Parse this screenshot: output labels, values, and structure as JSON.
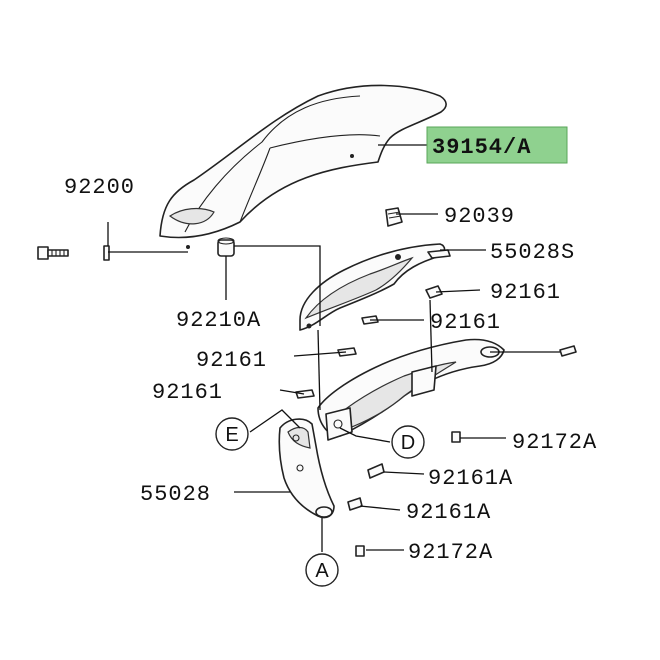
{
  "diagram": {
    "highlight_color": "#8fd18f",
    "parts": {
      "windshield": "39154/A",
      "screw_a": "92200",
      "collar": "92210A",
      "grommet": "92039",
      "bracket_upper": "55028S",
      "clip_1": "92161",
      "clip_2": "92161",
      "clip_3": "92161",
      "clip_4": "92161",
      "screw_b": "92172A",
      "clip_5": "92161A",
      "stay": "55028",
      "clip_6": "92161A",
      "screw_c": "92172A"
    },
    "callouts": {
      "e": "E",
      "d": "D",
      "a": "A"
    }
  }
}
